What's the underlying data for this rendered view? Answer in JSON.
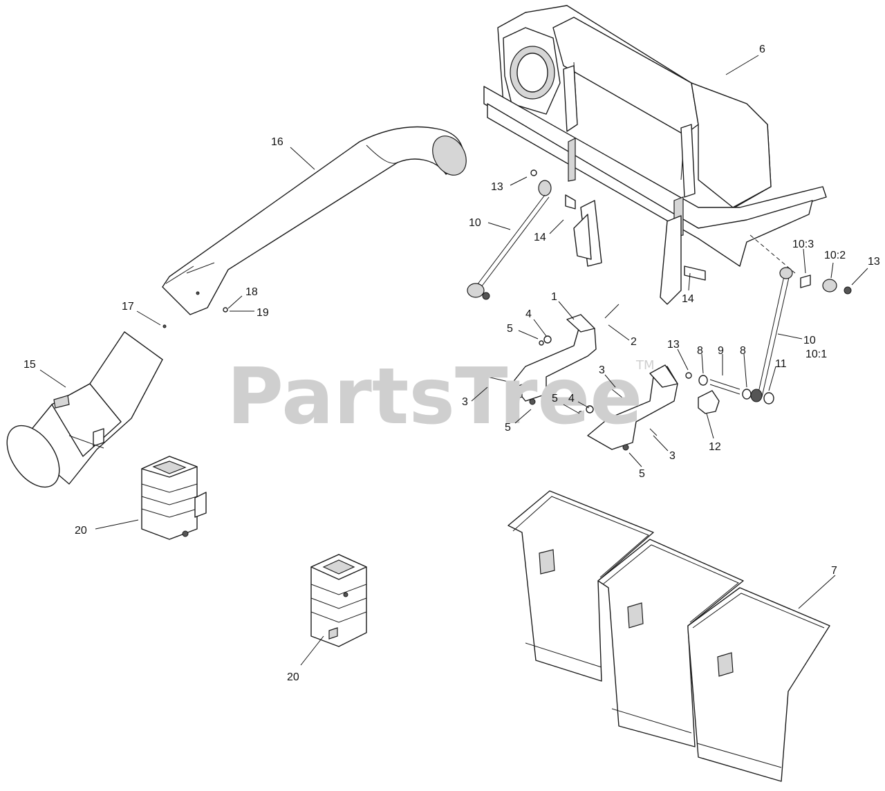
{
  "watermark": {
    "text": "PartsTree",
    "trademark": "TM"
  },
  "callouts": {
    "c6": "6",
    "c16": "16",
    "c13a": "13",
    "c10a": "10",
    "c14a": "14",
    "c10_3": "10:3",
    "c10_2": "10:2",
    "c13b": "13",
    "c14b": "14",
    "c18": "18",
    "c17": "17",
    "c19": "19",
    "c1": "1",
    "c4a": "4",
    "c5a": "5",
    "c2": "2",
    "c15": "15",
    "c13c": "13",
    "c8a": "8",
    "c9": "9",
    "c8b": "8",
    "c10b": "10",
    "c10_1": "10:1",
    "c11": "11",
    "c3a": "3",
    "c3b": "3",
    "c5b": "5",
    "c4b": "4",
    "c5c": "5",
    "c12": "12",
    "c3c": "3",
    "c5d": "5",
    "c20a": "20",
    "c7": "7",
    "c20b": "20"
  }
}
